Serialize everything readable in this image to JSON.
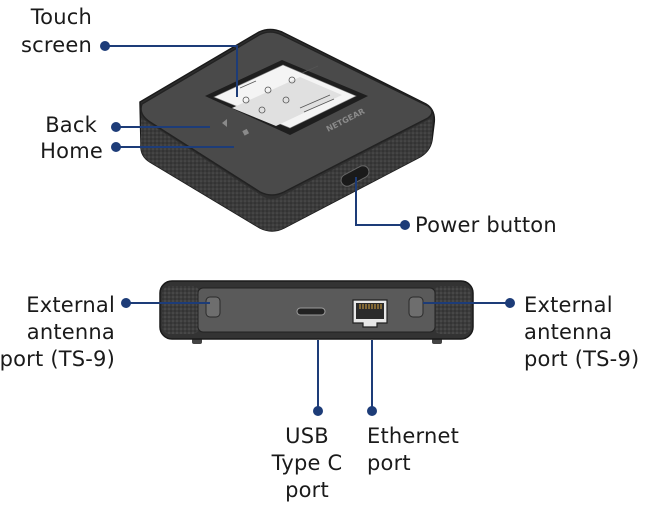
{
  "labels": {
    "touch_screen": [
      "Touch",
      "screen"
    ],
    "back": "Back",
    "home": "Home",
    "power_button": "Power button",
    "external_antenna_left": [
      "External",
      "antenna",
      "port (TS-9)"
    ],
    "external_antenna_right": [
      "External",
      "antenna",
      "port (TS-9)"
    ],
    "usb_type_c": [
      "USB",
      "Type C",
      "port"
    ],
    "ethernet": [
      "Ethernet",
      "port"
    ]
  },
  "device": {
    "brand": "NETGEAR"
  },
  "colors": {
    "callout": "#1d3c78",
    "device_body": "#3a3a3a",
    "device_top": "#4a4a4a",
    "text": "#1a1a1a"
  }
}
